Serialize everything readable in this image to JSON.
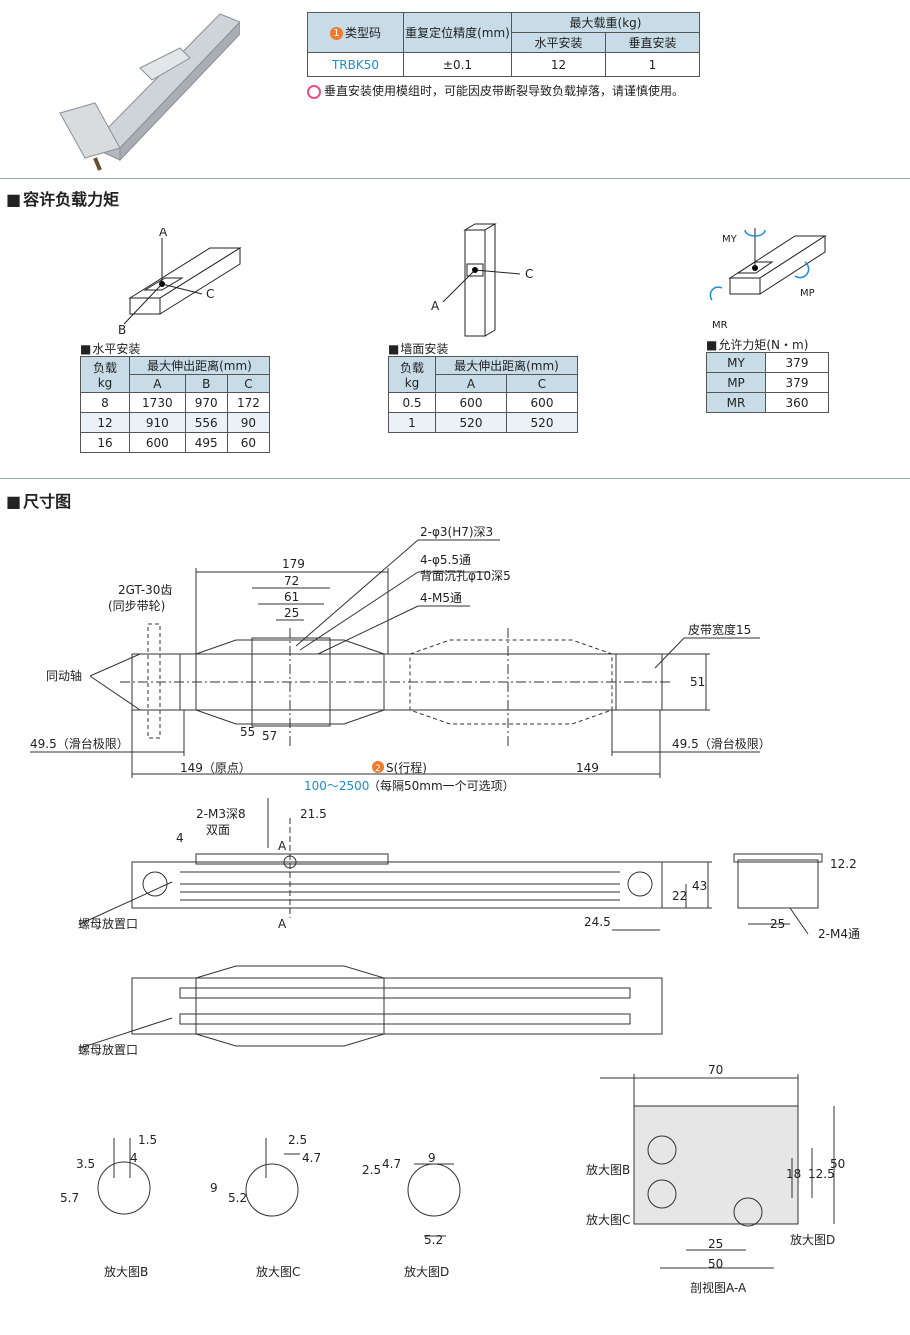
{
  "header_table": {
    "col_type": "类型码",
    "col_type_num": "1",
    "col_precision": "重复定位精度(mm)",
    "col_load": "最大载重(kg)",
    "col_horizontal": "水平安装",
    "col_vertical": "垂直安装",
    "row": {
      "type": "TRBK50",
      "precision": "±0.1",
      "horizontal": "12",
      "vertical": "1"
    }
  },
  "note": "垂直安装使用模组时，可能因皮带断裂导致负载掉落，请谨慎使用。",
  "section_moment": "容许负载力矩",
  "horizontal_mount": {
    "title": "水平安装",
    "h_load": "负载",
    "h_kg": "kg",
    "h_dist": "最大伸出距离(mm)",
    "cols": [
      "A",
      "B",
      "C"
    ],
    "rows": [
      [
        "8",
        "1730",
        "970",
        "172"
      ],
      [
        "12",
        "910",
        "556",
        "90"
      ],
      [
        "16",
        "600",
        "495",
        "60"
      ]
    ]
  },
  "wall_mount": {
    "title": "墙面安装",
    "h_load": "负载",
    "h_kg": "kg",
    "h_dist": "最大伸出距离(mm)",
    "cols": [
      "A",
      "C"
    ],
    "rows": [
      [
        "0.5",
        "600",
        "600"
      ],
      [
        "1",
        "520",
        "520"
      ]
    ]
  },
  "moment": {
    "title": "允许力矩(N・m)",
    "rows": [
      [
        "MY",
        "379"
      ],
      [
        "MP",
        "379"
      ],
      [
        "MR",
        "360"
      ]
    ]
  },
  "diagram_labels": {
    "A": "A",
    "B": "B",
    "C": "C",
    "MY": "MY",
    "MP": "MP",
    "MR": "MR"
  },
  "section_dim": "尺寸图",
  "dims": {
    "d179": "179",
    "d72": "72",
    "d61": "61",
    "d25": "25",
    "hole1": "2-φ3(H7)深3",
    "hole2": "4-φ5.5通",
    "hole3": "背面沉孔φ10深5",
    "hole4": "4-M5通",
    "pulley1": "2GT-30齿",
    "pulley2": "(同步带轮)",
    "shaft": "同动轴",
    "belt_width": "皮带宽度15",
    "d51": "51",
    "d55": "55",
    "d57": "57",
    "limit_l": "49.5（滑台极限）",
    "limit_r": "49.5（滑台极限）",
    "origin": "149（原点）",
    "stroke_num": "2",
    "stroke": "S(行程)",
    "d149r": "149",
    "stroke_range": "100～2500",
    "stroke_note": "（每隔50mm一个可选项）",
    "m3": "2-M3深8",
    "both": "双面",
    "d21_5": "21.5",
    "d4": "4",
    "cutA": "A",
    "nut1": "螺母放置口",
    "nut2": "螺母放置口",
    "d24_5": "24.5",
    "d22": "22",
    "d43": "43",
    "d12_2": "12.2",
    "d25s": "25",
    "m4": "2-M4通",
    "d70": "70",
    "d18": "18",
    "d12_5": "12.5",
    "d50v": "50",
    "d25b": "25",
    "d50h": "50",
    "zoomB": "放大图B",
    "zoomC": "放大图C",
    "zoomD": "放大图D",
    "section_aa": "剖视图A-A",
    "b15": "1.5",
    "b4": "4",
    "b35": "3.5",
    "b57": "5.7",
    "c25": "2.5",
    "c47": "4.7",
    "c9": "9",
    "c52": "5.2",
    "d25d": "2.5",
    "d47d": "4.7",
    "d9d": "9",
    "d52d": "5.2"
  },
  "colors": {
    "header_bg": "#c8dce8",
    "accent": "#1a8fd0",
    "orange": "#f07a2a",
    "pink": "#e8508a"
  }
}
